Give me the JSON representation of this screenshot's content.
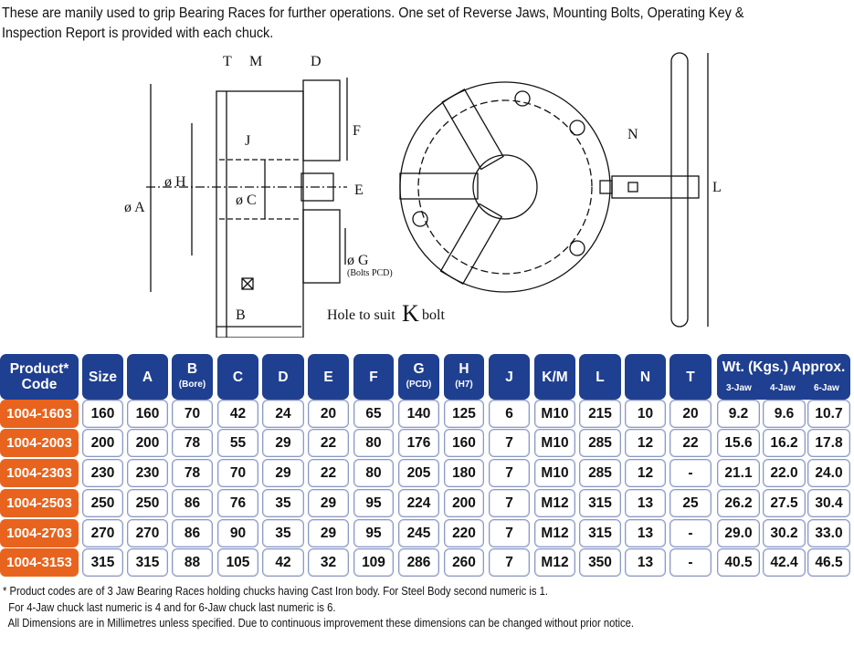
{
  "intro": [
    "These are manily used to grip Bearing Races for further operations. One set of Reverse Jaws, Mounting Bolts, Operating Key &",
    "Inspection Report is provided with each chuck."
  ],
  "diagram": {
    "T": "T",
    "M": "M",
    "D": "D",
    "F": "F",
    "J": "J",
    "H": "ø H",
    "A": "ø A",
    "C": "ø C",
    "E": "E",
    "G": "ø G",
    "bolts_pcd": "(Bolts PCD)",
    "B": "B",
    "hole": "Hole to suit",
    "K": "K",
    "bolt": "bolt",
    "N": "N",
    "L": "L"
  },
  "table": {
    "headers": [
      {
        "main": "Product*",
        "sub": "Code"
      },
      {
        "main": "Size"
      },
      {
        "main": "A"
      },
      {
        "main": "B",
        "sub": "(Bore)"
      },
      {
        "main": "C"
      },
      {
        "main": "D"
      },
      {
        "main": "E"
      },
      {
        "main": "F"
      },
      {
        "main": "G",
        "sub": "(PCD)"
      },
      {
        "main": "H",
        "sub": "(H7)"
      },
      {
        "main": "J"
      },
      {
        "main": "K/M"
      },
      {
        "main": "L"
      },
      {
        "main": "N"
      },
      {
        "main": "T"
      }
    ],
    "weight_header": "Wt. (Kgs.) Approx.",
    "weight_sub": [
      "3-Jaw",
      "4-Jaw",
      "6-Jaw"
    ],
    "rows": [
      [
        "1004-1603",
        "160",
        "160",
        "70",
        "42",
        "24",
        "20",
        "65",
        "140",
        "125",
        "6",
        "M10",
        "215",
        "10",
        "20",
        "9.2",
        "9.6",
        "10.7"
      ],
      [
        "1004-2003",
        "200",
        "200",
        "78",
        "55",
        "29",
        "22",
        "80",
        "176",
        "160",
        "7",
        "M10",
        "285",
        "12",
        "22",
        "15.6",
        "16.2",
        "17.8"
      ],
      [
        "1004-2303",
        "230",
        "230",
        "78",
        "70",
        "29",
        "22",
        "80",
        "205",
        "180",
        "7",
        "M10",
        "285",
        "12",
        "-",
        "21.1",
        "22.0",
        "24.0"
      ],
      [
        "1004-2503",
        "250",
        "250",
        "86",
        "76",
        "35",
        "29",
        "95",
        "224",
        "200",
        "7",
        "M12",
        "315",
        "13",
        "25",
        "26.2",
        "27.5",
        "30.4"
      ],
      [
        "1004-2703",
        "270",
        "270",
        "86",
        "90",
        "35",
        "29",
        "95",
        "245",
        "220",
        "7",
        "M12",
        "315",
        "13",
        "-",
        "29.0",
        "30.2",
        "33.0"
      ],
      [
        "1004-3153",
        "315",
        "315",
        "88",
        "105",
        "42",
        "32",
        "109",
        "286",
        "260",
        "7",
        "M12",
        "350",
        "13",
        "-",
        "40.5",
        "42.4",
        "46.5"
      ]
    ]
  },
  "footnotes": [
    "* Product codes are of 3 Jaw Bearing Races holding chucks having Cast Iron body. For Steel Body second numeric is 1.",
    "  For 4-Jaw chuck last numeric is 4 and for 6-Jaw chuck last numeric is 6.",
    "  All Dimensions are in Millimetres unless specified. Due to continuous improvement these dimensions can be changed without prior notice."
  ],
  "colors": {
    "header": "#1f3f90",
    "code": "#e8641e"
  }
}
